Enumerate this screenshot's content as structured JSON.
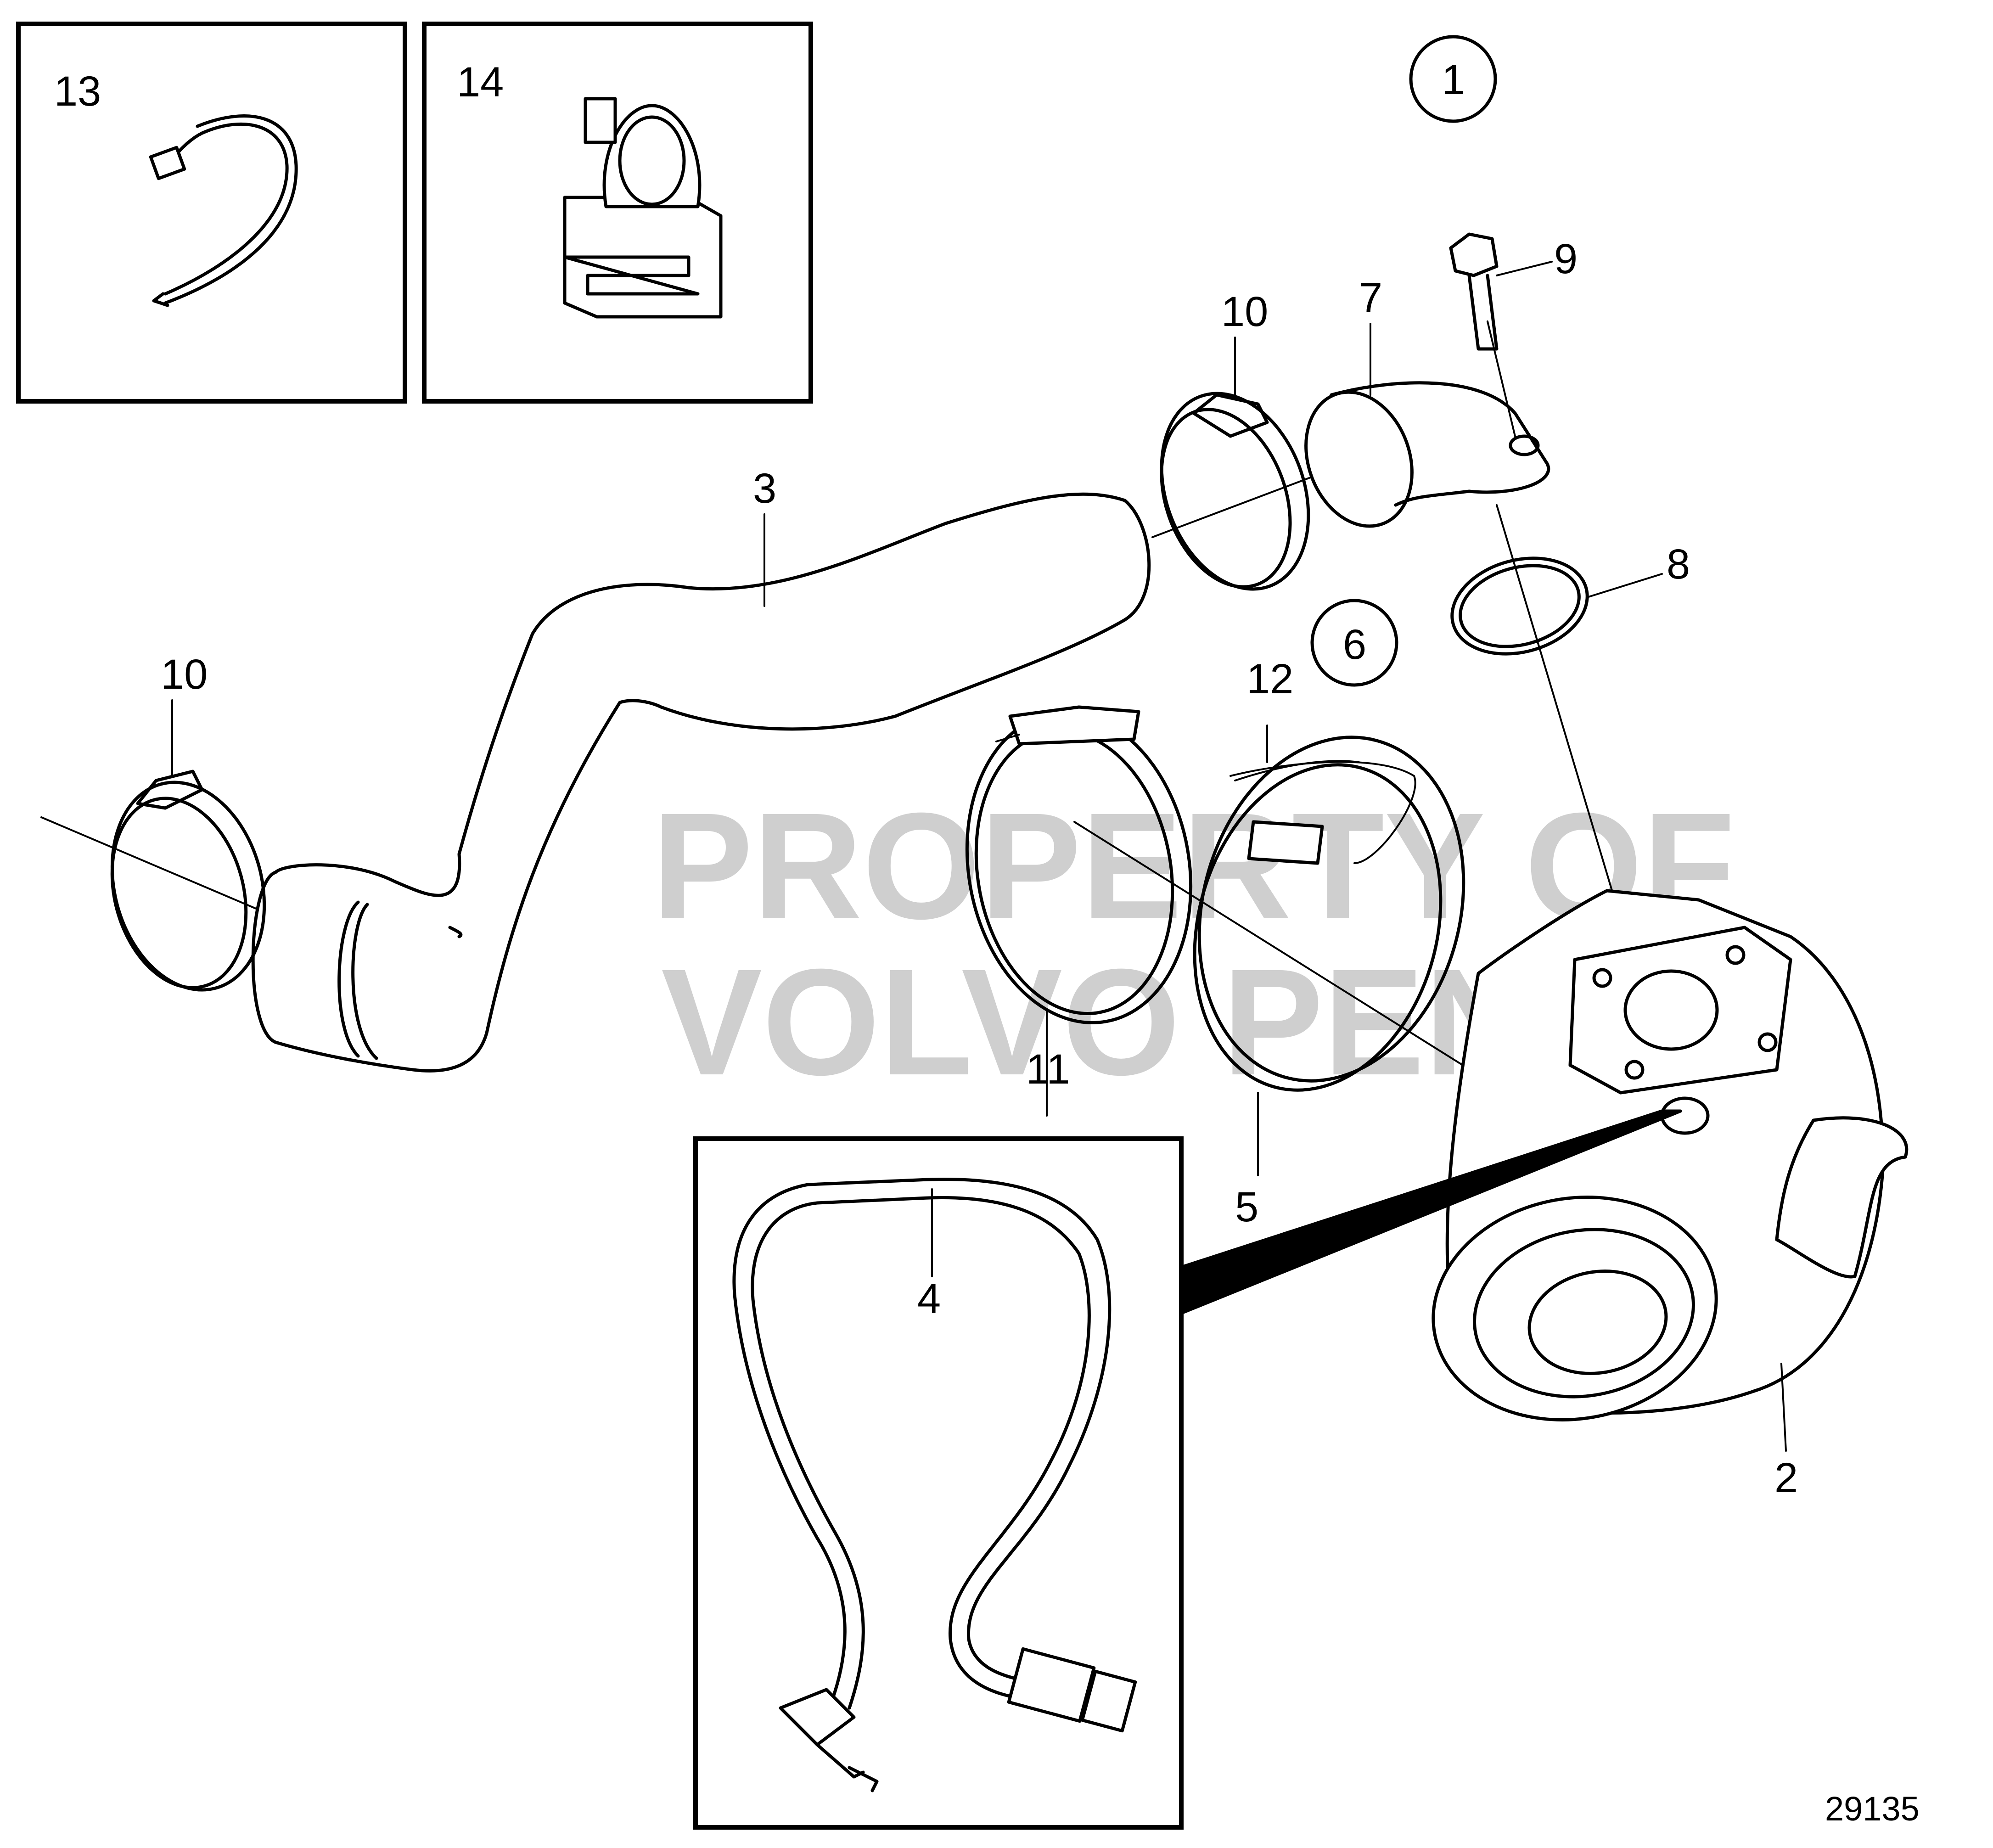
{
  "watermark": {
    "line1": "PROPERTY OF",
    "line2": "VOLVO PENTA"
  },
  "callouts": {
    "c1": "1",
    "c2": "2",
    "c3": "3",
    "c4": "4",
    "c5": "5",
    "c6": "6",
    "c7": "7",
    "c8": "8",
    "c9": "9",
    "c10a": "10",
    "c10b": "10",
    "c11": "11",
    "c12": "12",
    "c13": "13",
    "c14": "14"
  },
  "drawing_number": "29135"
}
